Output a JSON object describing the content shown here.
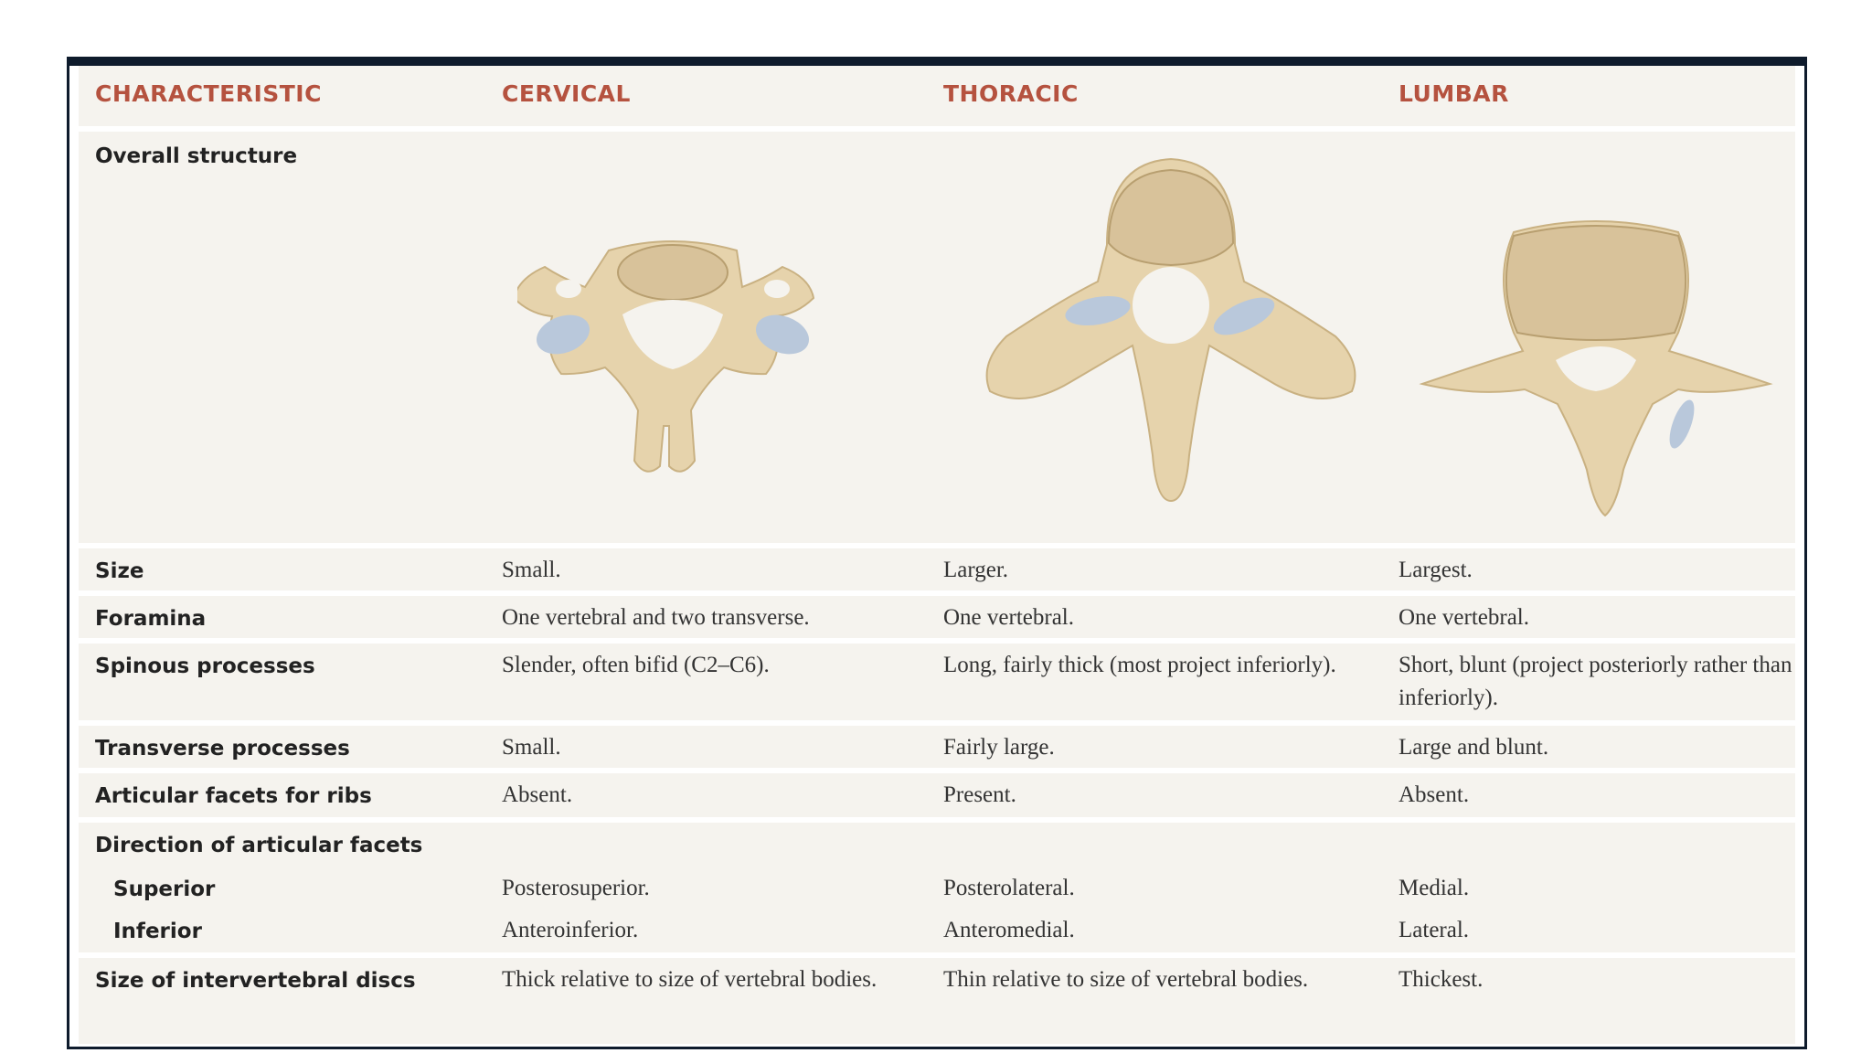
{
  "headers": [
    "CHARACTERISTIC",
    "CERVICAL",
    "THORACIC",
    "LUMBAR"
  ],
  "structure_label": "Overall structure",
  "rows": [
    {
      "label": "Size",
      "cervical": "Small.",
      "thoracic": "Larger.",
      "lumbar": "Largest."
    },
    {
      "label": "Foramina",
      "cervical": "One vertebral and two transverse.",
      "thoracic": "One vertebral.",
      "lumbar": "One vertebral."
    },
    {
      "label": "Spinous processes",
      "cervical": "Slender, often bifid (C2–C6).",
      "thoracic": "Long, fairly thick (most project inferiorly).",
      "lumbar": "Short, blunt (project posteriorly rather than inferiorly)."
    },
    {
      "label": "Transverse processes",
      "cervical": "Small.",
      "thoracic": "Fairly large.",
      "lumbar": "Large and blunt."
    },
    {
      "label": "Articular facets for ribs",
      "cervical": "Absent.",
      "thoracic": "Present.",
      "lumbar": "Absent."
    }
  ],
  "direction": {
    "label": "Direction of articular facets",
    "superior": {
      "label": "Superior",
      "cervical": "Posterosuperior.",
      "thoracic": "Posterolateral.",
      "lumbar": "Medial."
    },
    "inferior": {
      "label": "Inferior",
      "cervical": "Anteroinferior.",
      "thoracic": "Anteromedial.",
      "lumbar": "Lateral."
    }
  },
  "discs": {
    "label": "Size of intervertebral discs",
    "cervical": "Thick relative to size of vertebral bodies.",
    "thoracic": "Thin relative to size of vertebral bodies.",
    "lumbar": "Thickest."
  },
  "colors": {
    "header_text": "#b5523f",
    "row_bg": "#f5f3ee",
    "frame": "#0e1b2c",
    "bone": "#e6d3ac",
    "cartilage": "#b9c8db"
  }
}
